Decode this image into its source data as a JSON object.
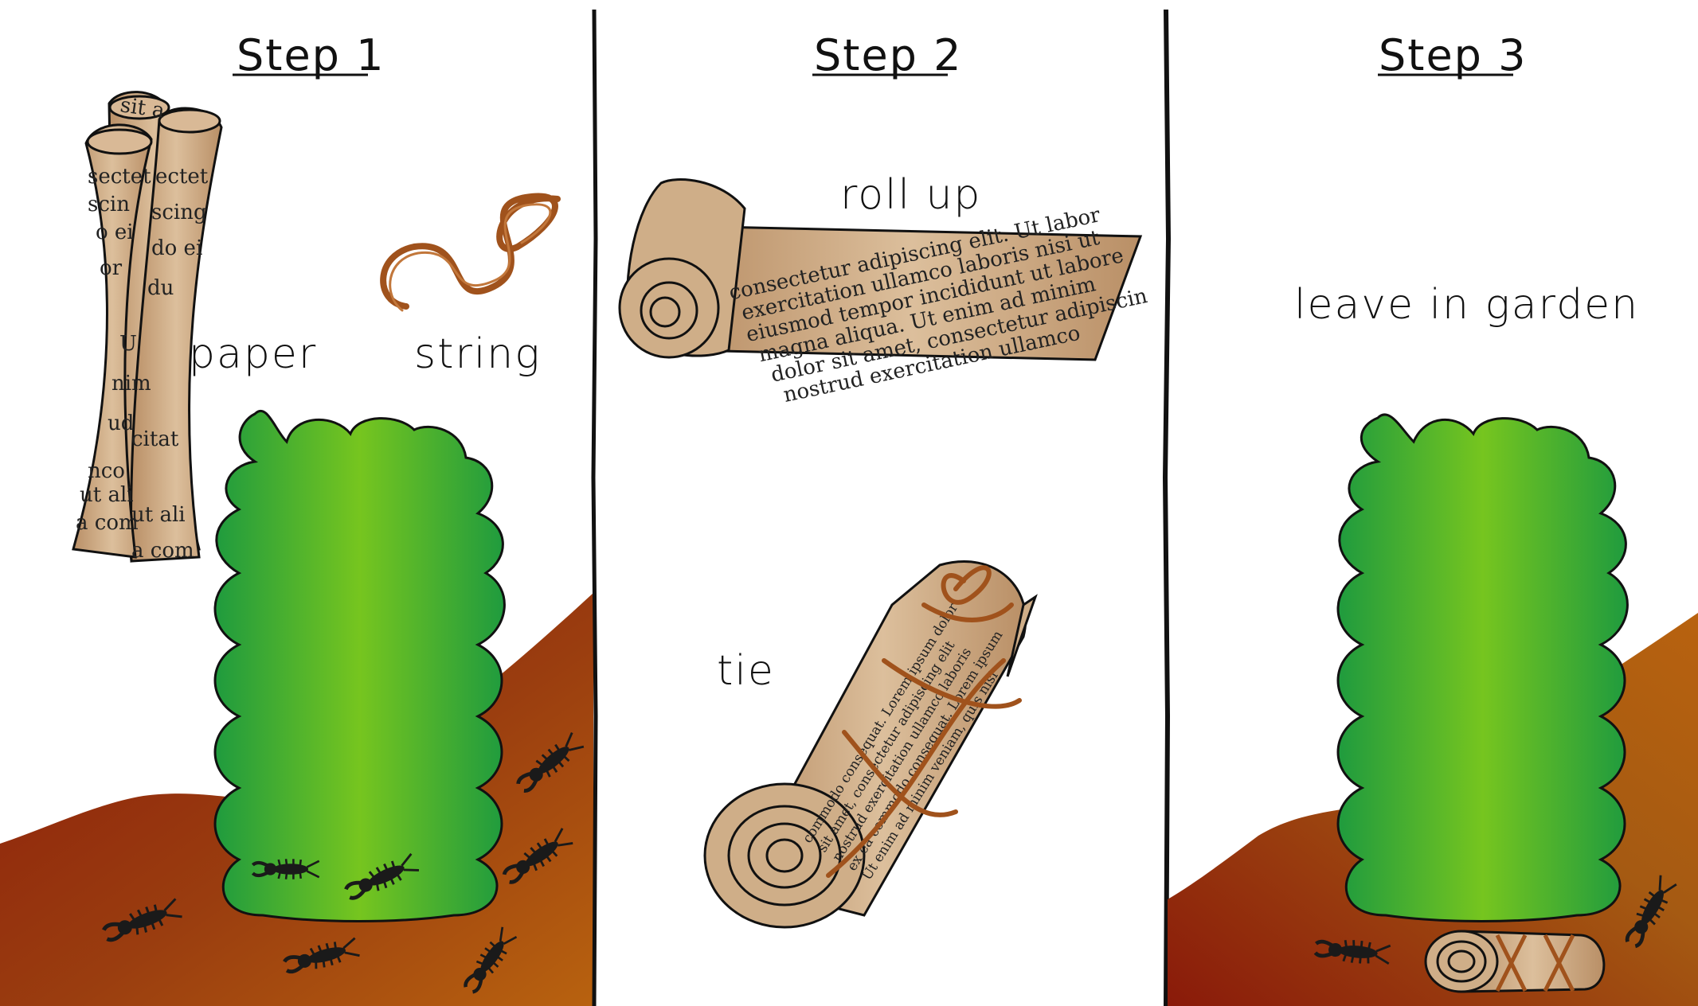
{
  "panels": [
    {
      "title": "Step 1",
      "labels": {
        "paper": "paper",
        "string": "string"
      }
    },
    {
      "title": "Step 2",
      "labels": {
        "roll": "roll up",
        "tie": "tie"
      }
    },
    {
      "title": "Step 3",
      "labels": {
        "garden": "leave in garden"
      }
    }
  ],
  "colors": {
    "paper": "#caa57e",
    "string": "#a0521c",
    "bush_light": "#76c51f",
    "bush_dark": "#1f9b3e",
    "soil_light": "#a55a12",
    "soil_dark": "#8a1a0a",
    "bug": "#1a1a1a",
    "divider": "#111111"
  }
}
